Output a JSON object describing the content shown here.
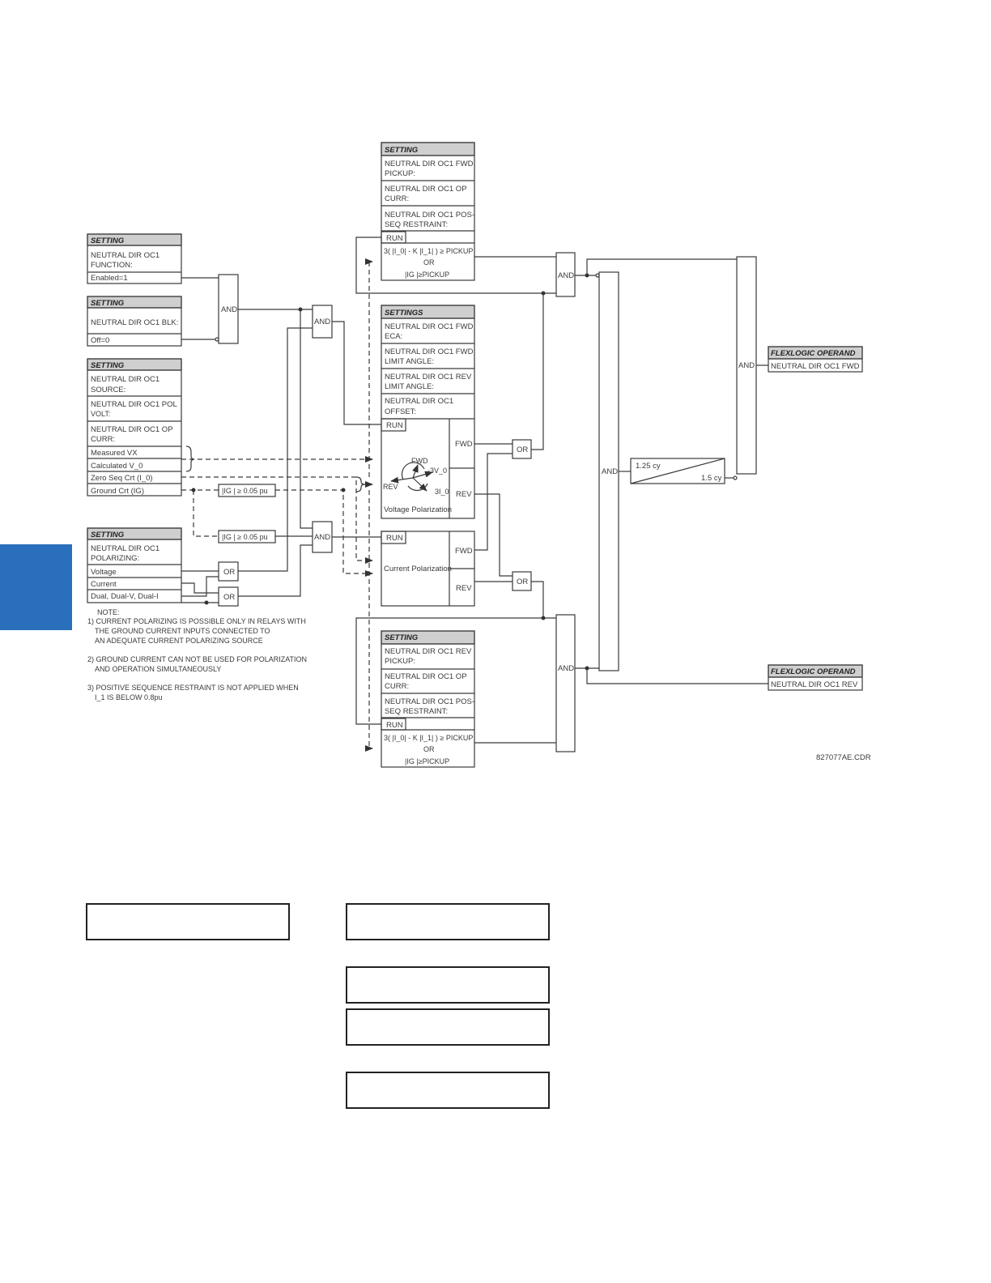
{
  "setting_function": {
    "header": "SETTING",
    "name_l1": "NEUTRAL DIR OC1",
    "name_l2": "FUNCTION:",
    "value": "Enabled=1"
  },
  "setting_blk": {
    "header": "SETTING",
    "name": "NEUTRAL DIR OC1 BLK:",
    "value": "Off=0"
  },
  "setting_source": {
    "header": "SETTING",
    "source_l1": "NEUTRAL DIR OC1",
    "source_l2": "SOURCE:",
    "pol_volt_l1": "NEUTRAL DIR OC1 POL",
    "pol_volt_l2": "VOLT:",
    "op_curr_l1": "NEUTRAL DIR OC1 OP",
    "op_curr_l2": "CURR:",
    "items": [
      "Measured VX",
      "Calculated V_0",
      "Zero Seq Crt (I_0)",
      "Ground Crt (IG)"
    ]
  },
  "setting_polarizing": {
    "header": "SETTING",
    "name_l1": "NEUTRAL DIR OC1",
    "name_l2": "POLARIZING:",
    "options": [
      "Voltage",
      "Current",
      "Dual, Dual-V, Dual-I"
    ]
  },
  "notes": {
    "title": "NOTE:",
    "lines": [
      "1) CURRENT POLARIZING IS POSSIBLE ONLY IN RELAYS WITH",
      "THE GROUND CURRENT INPUTS CONNECTED TO",
      "AN ADEQUATE CURRENT POLARIZING SOURCE",
      "2) GROUND CURRENT CAN NOT BE USED FOR POLARIZATION",
      "AND OPERATION SIMULTANEOUSLY",
      "3) POSITIVE SEQUENCE RESTRAINT IS NOT APPLIED WHEN",
      "I_1 IS BELOW 0.8pu"
    ]
  },
  "setting_fwd": {
    "header": "SETTING",
    "pickup_l1": "NEUTRAL DIR OC1 FWD",
    "pickup_l2": "PICKUP:",
    "opcurr_l1": "NEUTRAL DIR OC1 OP",
    "opcurr_l2": "CURR:",
    "posseq_l1": "NEUTRAL DIR OC1 POS-",
    "posseq_l2": "SEQ RESTRAINT:",
    "run": "RUN",
    "formula": "3( |I_0| - K |I_1| ) ≥ PICKUP",
    "or": "OR",
    "formula2": "|IG |≥PICKUP"
  },
  "settings_angles": {
    "header": "SETTINGS",
    "eca_l1": "NEUTRAL DIR OC1 FWD",
    "eca_l2": "ECA:",
    "fwdlim_l1": "NEUTRAL DIR OC1 FWD",
    "fwdlim_l2": "LIMIT ANGLE:",
    "revlim_l1": "NEUTRAL DIR OC1 REV",
    "revlim_l2": "LIMIT ANGLE:",
    "offset_l1": "NEUTRAL DIR OC1",
    "offset_l2": "OFFSET:",
    "run": "RUN",
    "fwd": "FWD",
    "rev": "REV",
    "vec_fwd": "FWD",
    "vec_rev": "REV",
    "vec_v0": "-3V_0",
    "vec_i0": "3I_0",
    "label": "Voltage Polarization"
  },
  "current_pol": {
    "run": "RUN",
    "fwd": "FWD",
    "rev": "REV",
    "label": "Current Polarization"
  },
  "setting_rev": {
    "header": "SETTING",
    "pickup_l1": "NEUTRAL DIR OC1 REV",
    "pickup_l2": "PICKUP:",
    "opcurr_l1": "NEUTRAL DIR OC1 OP",
    "opcurr_l2": "CURR:",
    "posseq_l1": "NEUTRAL DIR OC1 POS-",
    "posseq_l2": "SEQ RESTRAINT:",
    "run": "RUN",
    "formula": "3( |I_0| - K |I_1| ) ≥ PICKUP",
    "or": "OR",
    "formula2": "|IG |≥PICKUP"
  },
  "comparators": {
    "ig1": "|IG |  ≥  0.05 pu",
    "ig2": "|IG |  ≥  0.05 pu"
  },
  "gates": {
    "and1": "AND",
    "and2": "AND",
    "and3": "AND",
    "or_v": "OR",
    "or_d": "OR",
    "or_fwd": "OR",
    "or_rev": "OR",
    "and_fwd": "AND",
    "and_rev": "AND",
    "and_big": "AND",
    "and_out": "AND"
  },
  "timer": {
    "pickup": "1.25 cy",
    "dropout": "1.5 cy"
  },
  "outputs": {
    "fwd_header": "FLEXLOGIC OPERAND",
    "fwd_name": "NEUTRAL DIR OC1 FWD",
    "rev_header": "FLEXLOGIC OPERAND",
    "rev_name": "NEUTRAL DIR OC1 REV"
  },
  "drawing_id": "827077AE.CDR",
  "colors": {
    "accent_tab": "#2a6fbb",
    "header_fill": "#cfcfcf",
    "line": "#3a3a3a"
  }
}
